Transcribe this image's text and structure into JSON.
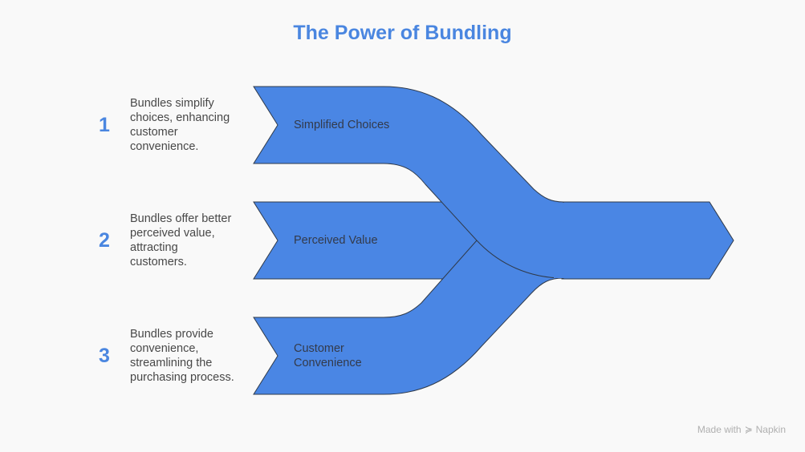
{
  "title": "The Power of Bundling",
  "colors": {
    "accent": "#4a86e0",
    "shape_fill": "#4a86e4",
    "shape_stroke": "#2f3a4a",
    "background": "#f9f9f9"
  },
  "items": [
    {
      "number": "1",
      "description_lines": [
        "Bundles simplify",
        "choices, enhancing",
        "customer",
        "convenience."
      ],
      "label_lines": [
        "Simplified Choices"
      ]
    },
    {
      "number": "2",
      "description_lines": [
        "Bundles offer better",
        "perceived value,",
        "attracting",
        "customers."
      ],
      "label_lines": [
        "Perceived Value"
      ]
    },
    {
      "number": "3",
      "description_lines": [
        "Bundles provide",
        "convenience,",
        "streamlining the",
        "purchasing process."
      ],
      "label_lines": [
        "Customer",
        "Convenience"
      ]
    }
  ],
  "watermark": {
    "text": "Made with",
    "brand": "Napkin",
    "icon": "napkin-logo-icon"
  }
}
